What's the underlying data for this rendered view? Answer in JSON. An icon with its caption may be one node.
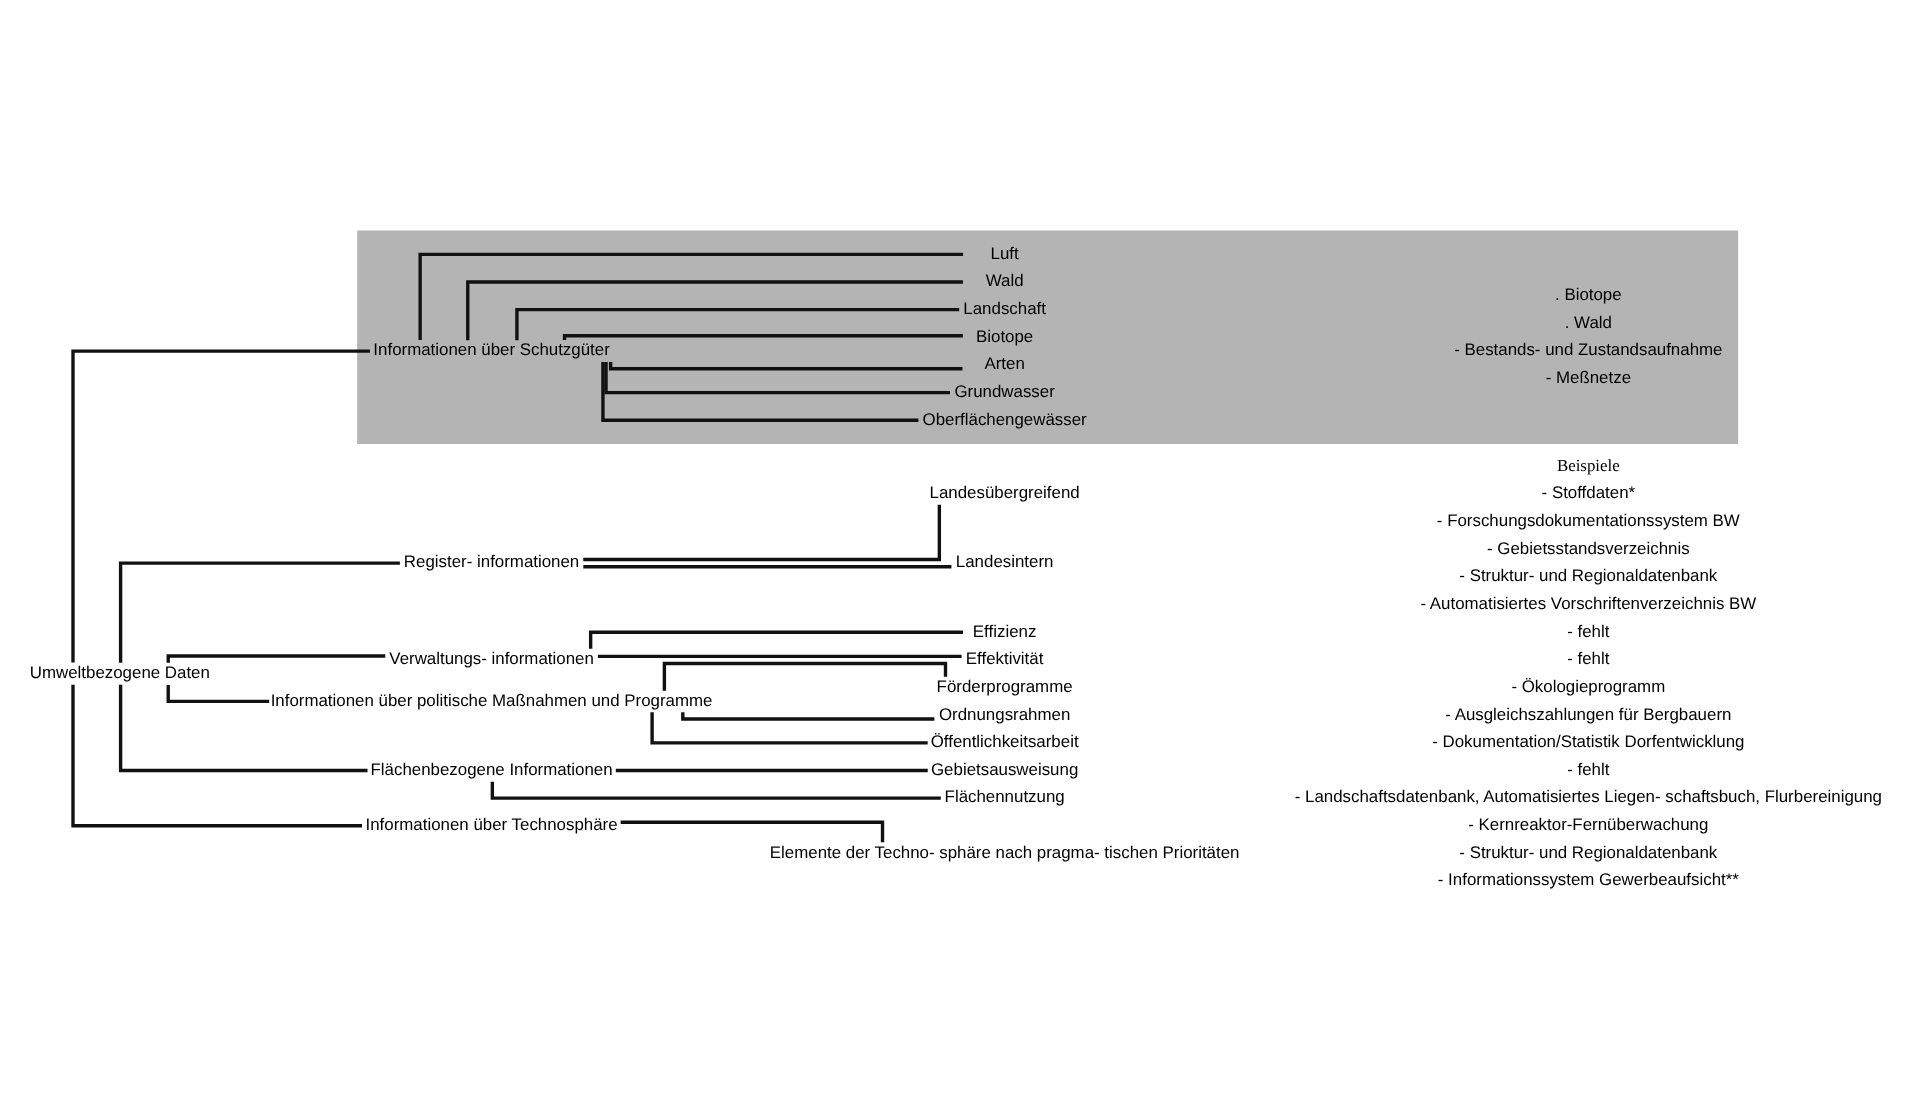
{
  "diagram": {
    "nodes": [
      {
        "text": [
          "Umweltbezogene Daten"
        ]
      },
      {
        "text": [
          "Register- informationen"
        ]
      },
      {
        "text": [
          "Landesübergreifend"
        ]
      },
      {
        "text": [
          "Landesintern"
        ]
      },
      {
        "text": [
          "Verwaltungs- informationen"
        ]
      },
      {
        "text": [
          "Effizienz"
        ]
      },
      {
        "text": [
          "Effektivität"
        ]
      },
      {
        "text": [
          "Informationen über politische Maßnahmen und Programme"
        ]
      },
      {
        "text": [
          "Förderprogramme"
        ]
      },
      {
        "text": [
          "Ordnungsrahmen"
        ]
      },
      {
        "text": [
          "Öffentlichkeitsarbeit"
        ]
      },
      {
        "text": [
          "Flächenbezogene Informationen"
        ]
      },
      {
        "text": [
          "Gebietsausweisung"
        ]
      },
      {
        "text": [
          "Flächennutzung"
        ]
      },
      {
        "text": [],
        "shape": "band"
      },
      {
        "text": [
          "Informationen über Schutzgüter"
        ],
        "in": 14
      },
      {
        "text": [
          "Oberflächengewässer"
        ],
        "in": 14
      },
      {
        "text": [
          "Grundwasser"
        ],
        "in": 14
      },
      {
        "text": [
          "Arten"
        ],
        "in": 14
      },
      {
        "text": [
          "Biotope"
        ],
        "in": 14
      },
      {
        "text": [
          "Landschaft"
        ],
        "in": 14
      },
      {
        "text": [
          "Wald"
        ],
        "in": 14
      },
      {
        "text": [
          "Luft"
        ],
        "in": 14
      },
      {
        "text": [
          "Informationen über Technosphäre"
        ]
      },
      {
        "text": [
          "Elemente der Techno- sphäre nach pragma- tischen Prioritäten"
        ]
      }
    ],
    "edges": [
      {
        "from": 0,
        "to": 1,
        "arrow": "none"
      },
      {
        "from": 1,
        "to": 2,
        "arrow": "none"
      },
      {
        "from": 1,
        "to": 3,
        "arrow": "none"
      },
      {
        "from": 0,
        "to": 4,
        "arrow": "none"
      },
      {
        "from": 4,
        "to": 5,
        "arrow": "none"
      },
      {
        "from": 4,
        "to": 6,
        "arrow": "none"
      },
      {
        "from": 0,
        "to": 7,
        "arrow": "none"
      },
      {
        "from": 7,
        "to": 8,
        "arrow": "none"
      },
      {
        "from": 7,
        "to": 9,
        "arrow": "none"
      },
      {
        "from": 7,
        "to": 10,
        "arrow": "none"
      },
      {
        "from": 0,
        "to": 11,
        "arrow": "none"
      },
      {
        "from": 11,
        "to": 12,
        "arrow": "none"
      },
      {
        "from": 11,
        "to": 13,
        "arrow": "none"
      },
      {
        "from": 0,
        "to": 15,
        "arrow": "none"
      },
      {
        "from": 15,
        "to": 16,
        "arrow": "none"
      },
      {
        "from": 15,
        "to": 17,
        "arrow": "none"
      },
      {
        "from": 15,
        "to": 18,
        "arrow": "none"
      },
      {
        "from": 15,
        "to": 19,
        "arrow": "none"
      },
      {
        "from": 15,
        "to": 20,
        "arrow": "none"
      },
      {
        "from": 15,
        "to": 21,
        "arrow": "none"
      },
      {
        "from": 15,
        "to": 22,
        "arrow": "none"
      },
      {
        "from": 0,
        "to": 23,
        "arrow": "none"
      },
      {
        "from": 23,
        "to": 24,
        "arrow": "none"
      }
    ],
    "labels": [
      "Beispiele",
      "- Stoffdaten*",
      "- Forschungsdokumentationssystem BW",
      "- Gebietsstandsverzeichnis",
      "- Struktur- und Regionaldatenbank",
      "- Automatisiertes Vorschriftenverzeichnis BW",
      "- fehlt",
      "- fehlt",
      "- Ökologieprogramm",
      "- Ausgleichszahlungen für Bergbauern",
      "- Dokumentation/Statistik Dorfentwicklung",
      "- fehlt",
      "- Landschaftsdatenbank, Automatisiertes Liegen- schaftsbuch, Flurbereinigung",
      "- Meßnetze",
      "- Bestands- und Zustandsaufnahme",
      ". Wald",
      ". Biotope",
      "- Kernreaktor-Fernüberwachung",
      "- Struktur- und Regionaldatenbank",
      "- Informationssystem Gewerbeaufsicht**"
    ]
  }
}
